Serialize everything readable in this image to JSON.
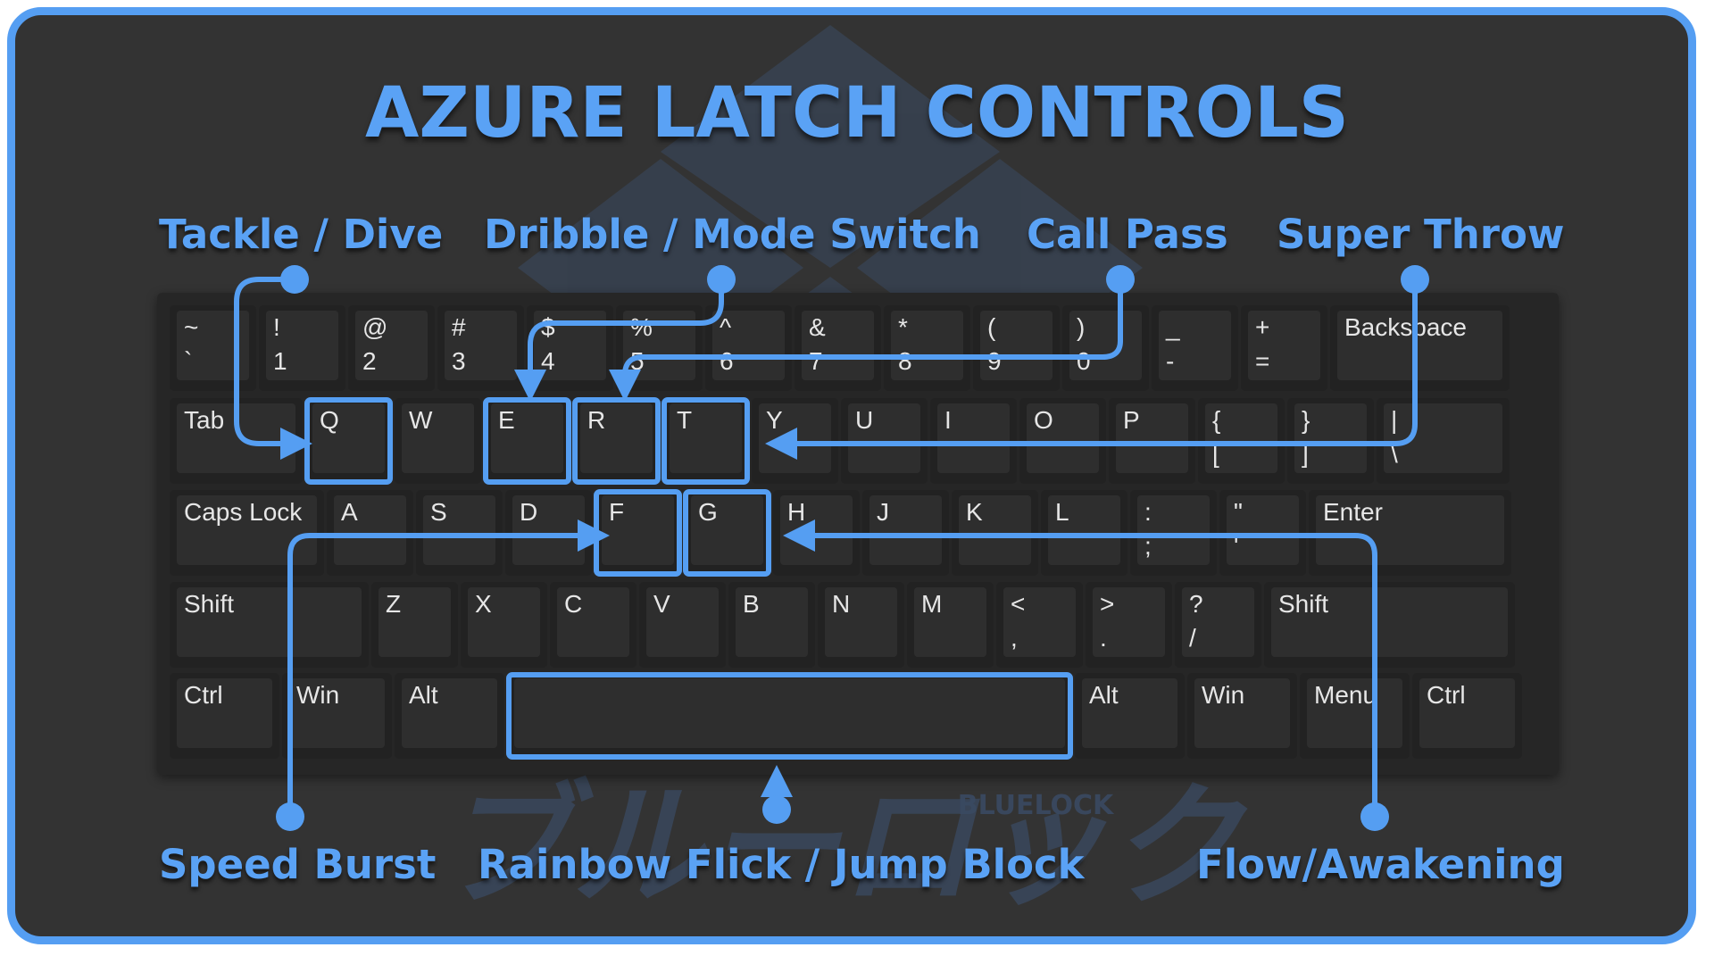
{
  "title": "AZURE LATCH CONTROLS",
  "watermark": {
    "katakana": "ブルーロック",
    "latin": "BLUELOCK"
  },
  "colors": {
    "accent": "#559ef2",
    "panel": "#333333",
    "key": "#2c2c2c",
    "key_text": "#e6e6e6"
  },
  "callouts": {
    "tackle": "Tackle / Dive",
    "dribble": "Dribble / Mode Switch",
    "call_pass": "Call Pass",
    "super_throw": "Super Throw",
    "speed_burst": "Speed Burst",
    "rainbow": "Rainbow Flick / Jump Block",
    "flow": "Flow/Awakening"
  },
  "highlighted_keys": [
    "Q",
    "E",
    "R",
    "T",
    "F",
    "G",
    "Space"
  ],
  "keyboard": {
    "rows": [
      [
        {
          "top": "~",
          "bottom": "`"
        },
        {
          "top": "!",
          "bottom": "1"
        },
        {
          "top": "@",
          "bottom": "2"
        },
        {
          "top": "#",
          "bottom": "3"
        },
        {
          "top": "$",
          "bottom": "4"
        },
        {
          "top": "%",
          "bottom": "5"
        },
        {
          "top": "^",
          "bottom": "6"
        },
        {
          "top": "&",
          "bottom": "7"
        },
        {
          "top": "*",
          "bottom": "8"
        },
        {
          "top": "(",
          "bottom": "9"
        },
        {
          "top": ")",
          "bottom": "0"
        },
        {
          "top": "_",
          "bottom": "-"
        },
        {
          "top": "+",
          "bottom": "="
        },
        {
          "top": "Backspace",
          "bottom": ""
        }
      ],
      [
        {
          "top": "Tab",
          "bottom": ""
        },
        {
          "top": "Q",
          "bottom": ""
        },
        {
          "top": "W",
          "bottom": ""
        },
        {
          "top": "E",
          "bottom": ""
        },
        {
          "top": "R",
          "bottom": ""
        },
        {
          "top": "T",
          "bottom": ""
        },
        {
          "top": "Y",
          "bottom": ""
        },
        {
          "top": "U",
          "bottom": ""
        },
        {
          "top": "I",
          "bottom": ""
        },
        {
          "top": "O",
          "bottom": ""
        },
        {
          "top": "P",
          "bottom": ""
        },
        {
          "top": "{",
          "bottom": "["
        },
        {
          "top": "}",
          "bottom": "]"
        },
        {
          "top": "|",
          "bottom": "\\"
        }
      ],
      [
        {
          "top": "Caps Lock",
          "bottom": ""
        },
        {
          "top": "A",
          "bottom": ""
        },
        {
          "top": "S",
          "bottom": ""
        },
        {
          "top": "D",
          "bottom": ""
        },
        {
          "top": "F",
          "bottom": ""
        },
        {
          "top": "G",
          "bottom": ""
        },
        {
          "top": "H",
          "bottom": ""
        },
        {
          "top": "J",
          "bottom": ""
        },
        {
          "top": "K",
          "bottom": ""
        },
        {
          "top": "L",
          "bottom": ""
        },
        {
          "top": ":",
          "bottom": ";"
        },
        {
          "top": "\"",
          "bottom": "'"
        },
        {
          "top": "Enter",
          "bottom": ""
        }
      ],
      [
        {
          "top": "Shift",
          "bottom": ""
        },
        {
          "top": "Z",
          "bottom": ""
        },
        {
          "top": "X",
          "bottom": ""
        },
        {
          "top": "C",
          "bottom": ""
        },
        {
          "top": "V",
          "bottom": ""
        },
        {
          "top": "B",
          "bottom": ""
        },
        {
          "top": "N",
          "bottom": ""
        },
        {
          "top": "M",
          "bottom": ""
        },
        {
          "top": "<",
          "bottom": ","
        },
        {
          "top": ">",
          "bottom": "."
        },
        {
          "top": "?",
          "bottom": "/"
        },
        {
          "top": "Shift",
          "bottom": ""
        }
      ],
      [
        {
          "top": "Ctrl",
          "bottom": ""
        },
        {
          "top": "Win",
          "bottom": ""
        },
        {
          "top": "Alt",
          "bottom": ""
        },
        {
          "top": "",
          "bottom": ""
        },
        {
          "top": "Alt",
          "bottom": ""
        },
        {
          "top": "Win",
          "bottom": ""
        },
        {
          "top": "Menu",
          "bottom": ""
        },
        {
          "top": "Ctrl",
          "bottom": ""
        }
      ]
    ]
  }
}
